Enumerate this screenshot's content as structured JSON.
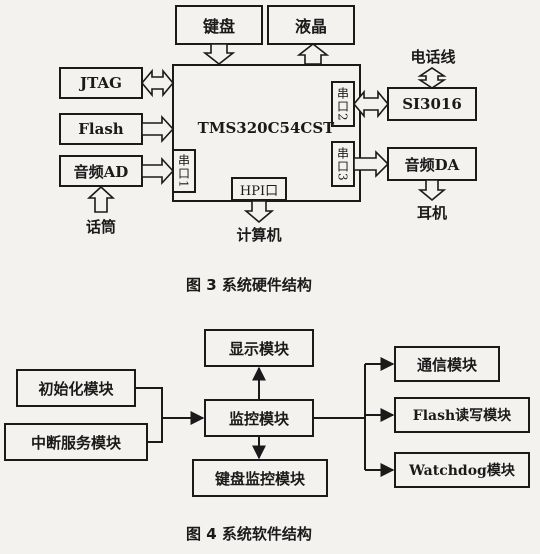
{
  "fig3": {
    "keyboard": "键盘",
    "lcd": "液晶",
    "jtag": "JTAG",
    "flash": "Flash",
    "audio_ad": "音频AD",
    "main_chip": "TMS320C54CST",
    "serial1": "串口1",
    "serial2": "串口2",
    "serial3": "串口3",
    "hpi": "HPI口",
    "si3016": "SI3016",
    "audio_da": "音频DA",
    "phone_line": "电话线",
    "earphone": "耳机",
    "microphone": "话筒",
    "computer": "计算机",
    "caption": "图 3    系统硬件结构"
  },
  "fig4": {
    "display_module": "显示模块",
    "init_module": "初始化模块",
    "monitor_module": "监控模块",
    "interrupt_module": "中断服务模块",
    "keyboard_monitor_module": "键盘监控模块",
    "comm_module": "通信模块",
    "flash_rw_module": "Flash读写模块",
    "watchdog_module": "Watchdog模块",
    "caption": "图 4    系统软件结构"
  },
  "colors": {
    "ink": "#1a1a1a",
    "paper": "#f4f2ee"
  }
}
